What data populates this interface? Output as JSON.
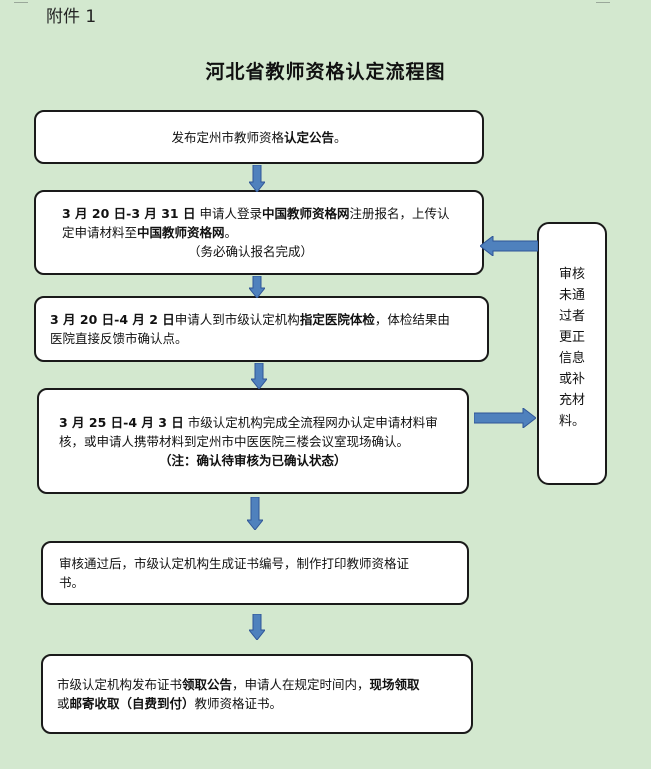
{
  "header": {
    "attachment_label": "附件 1"
  },
  "title": "河北省教师资格认定流程图",
  "steps": [
    {
      "lines": [
        [
          {
            "t": "发布定州市教师资格"
          },
          {
            "t": "认定公告",
            "b": true
          },
          {
            "t": "。"
          }
        ]
      ]
    },
    {
      "lines": [
        [
          {
            "t": "3 月 20 日-3 月 31 日",
            "b": true
          },
          {
            "t": " 申请人登录"
          },
          {
            "t": "中国教师资格网",
            "b": true
          },
          {
            "t": "注册报名，上传认"
          }
        ],
        [
          {
            "t": "定申请材料至"
          },
          {
            "t": "中国教师资格网",
            "b": true
          },
          {
            "t": "。"
          }
        ],
        [
          {
            "t": "（务必确认报名完成）"
          }
        ]
      ]
    },
    {
      "lines": [
        [
          {
            "t": "3 月 20 日-4 月 2 日",
            "b": true
          },
          {
            "t": "申请人到市级认定机构"
          },
          {
            "t": "指定医院体检",
            "b": true
          },
          {
            "t": "，体检结果由"
          }
        ],
        [
          {
            "t": "医院直接反馈市确认点。"
          }
        ]
      ]
    },
    {
      "lines": [
        [
          {
            "t": "3 月 25 日-4 月 3 日",
            "b": true
          },
          {
            "t": " 市级认定机构完成全流程网办认定申请材料审"
          }
        ],
        [
          {
            "t": "核，或申请人携带材料到定州市中医医院三楼会议室现场确认。"
          }
        ],
        [
          {
            "t": "（注：确认待审核为已确认状态）",
            "b": true
          }
        ]
      ]
    },
    {
      "lines": [
        [
          {
            "t": "审核通过后，市级认定机构生成证书编号，制作打印教师资格证"
          }
        ],
        [
          {
            "t": "书。"
          }
        ]
      ]
    },
    {
      "lines": [
        [
          {
            "t": "市级认定机构发布证书"
          },
          {
            "t": "领取公告",
            "b": true
          },
          {
            "t": "，申请人在规定时间内，"
          },
          {
            "t": "现场领取",
            "b": true
          }
        ],
        [
          {
            "t": "或"
          },
          {
            "t": "邮寄收取（自费到付）",
            "b": true
          },
          {
            "t": "教师资格证书。"
          }
        ]
      ]
    }
  ],
  "side_note": "审核未通过者更正信息或补充材料。",
  "colors": {
    "background": "#d3e8cf",
    "arrow_fill": "#4f81bd",
    "arrow_stroke": "#2f5597",
    "box_fill": "#ffffff",
    "box_border": "#1a1a1a"
  }
}
